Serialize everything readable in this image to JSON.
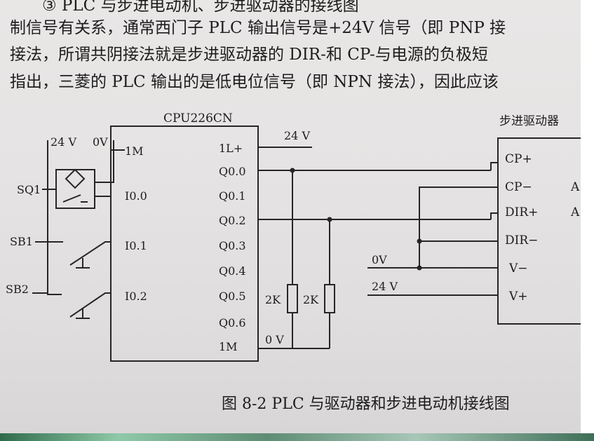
{
  "text_lines": [
    "③ PLC 与步进电动机、步进驱动器的接线图",
    "制信号有关系，通常西门子 PLC 输出信号是+24V 信号（即 PNP 接",
    "接法，所谓共阴接法就是步进驱动器的 DIR-和 CP-与电源的负极短",
    "指出，三菱的 PLC 输出的是低电位信号（即 NPN 接法），因此应该"
  ],
  "diagram": {
    "plc_title": "CPU226CN",
    "driver_title": "步进驱动器",
    "plc_inputs": [
      "1M",
      "I0.0",
      "I0.1",
      "I0.2"
    ],
    "plc_outputs": [
      "1L+",
      "Q0.0",
      "Q0.1",
      "Q0.2",
      "Q0.3",
      "Q0.4",
      "Q0.5",
      "Q0.6",
      "1M"
    ],
    "driver_terminals": [
      "CP+",
      "CP−",
      "DIR+",
      "DIR−",
      "V−",
      "V+"
    ],
    "driver_cut_labels": [
      "A",
      "A"
    ],
    "supply_24v_left": "24 V",
    "supply_0v_left": "0V",
    "supply_24v_top": "24 V",
    "supply_0v_bottom": "0 V",
    "driver_0v": "0V",
    "driver_24v": "24 V",
    "devices": [
      "SQ1",
      "SB1",
      "SB2"
    ],
    "resistors": [
      "2K",
      "2K"
    ]
  },
  "caption": "图 8-2   PLC 与驱动器和步进电动机接线图"
}
